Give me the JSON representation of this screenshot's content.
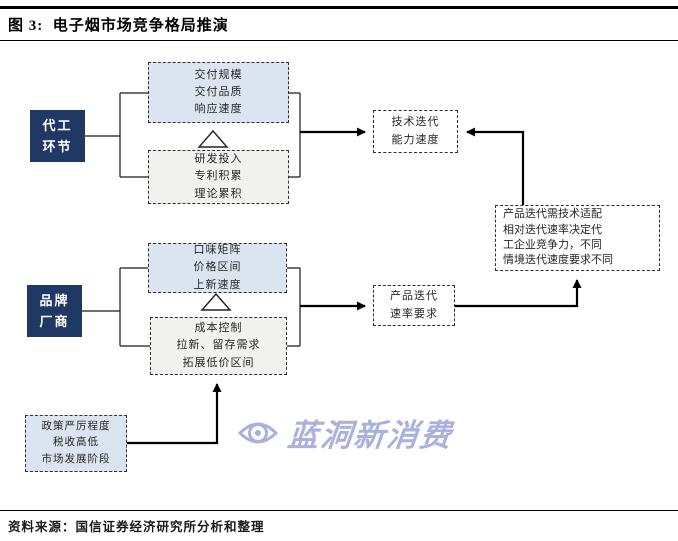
{
  "figure": {
    "title": "图 3:  电子烟市场竞争格局推演",
    "source": "资料来源：国信证券经济研究所分析和整理"
  },
  "nodes": {
    "oem_label": "代工\n环节",
    "oem_capability": "交付规模\n交付品质\n响应速度",
    "oem_foundation": "研发投入\n专利积累\n理论累积",
    "tech_iteration": "技术迭代\n能力速度",
    "brand_label": "品牌\n厂商",
    "brand_capability": "口味矩阵\n价格区间\n上新速度",
    "brand_foundation": "成本控制\n拉新、留存需求\n拓展低价区间",
    "product_iteration": "产品迭代\n速率要求",
    "conclusion": "产品迭代需技术适配\n相对迭代速率决定代\n工企业竞争力，不同\n情境迭代速度要求不同",
    "policy_drivers": "政策严厉程度\n税收高低\n市场发展阶段"
  },
  "watermark": {
    "brand": "蓝洞新消费"
  },
  "colors": {
    "navy_label": "#1f3864",
    "light_blue_box": "#dbe5f1",
    "light_gray_box": "#f1f1f0",
    "dashed_border": "#2f2f2f",
    "watermark": "#a6addc"
  }
}
